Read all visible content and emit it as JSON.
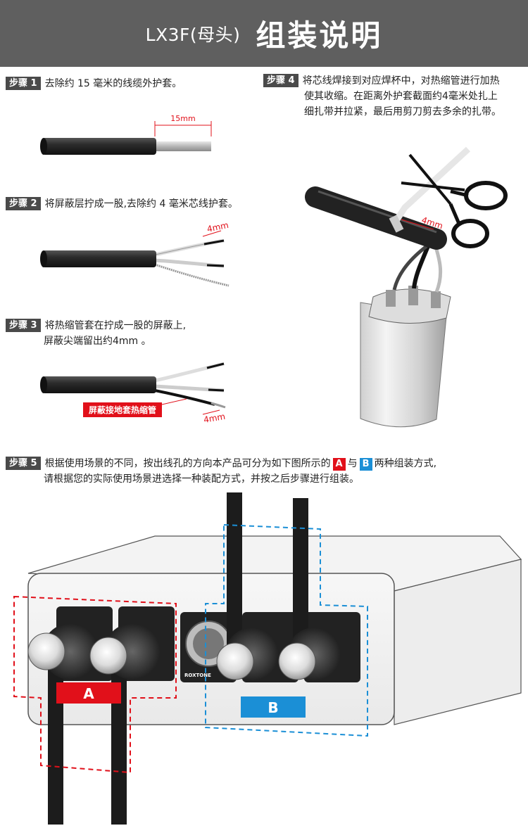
{
  "header": {
    "subtitle": "LX3F(母头)",
    "title": "组装说明"
  },
  "steps": {
    "s1": {
      "badge": "步骤 1",
      "text": "去除约 15 毫米的线缆外护套。",
      "dim": "15mm"
    },
    "s2": {
      "badge": "步骤 2",
      "text": "将屏蔽层拧成一股,去除约 4 毫米芯线护套。",
      "dim": "4mm"
    },
    "s3": {
      "badge": "步骤 3",
      "line1": "将热缩管套在拧成一股的屏蔽上,",
      "line2": "屏蔽尖端留出约4mm 。",
      "callout": "屏蔽接地套热缩管",
      "dim": "4mm"
    },
    "s4": {
      "badge": "步骤 4",
      "line1": "将芯线焊接到对应焊杯中，对热缩管进行加热",
      "line2": "使其收缩。在距离外护套截面约4毫米处扎上",
      "line3": "细扎带并拉紧，最后用剪刀剪去多余的扎带。",
      "dim": "4mm"
    },
    "s5": {
      "badge": "步骤 5",
      "line1_a": "根据使用场景的不同，按出线孔的方向本产品可分为如下图所示的",
      "and": "与",
      "line1_b": "两种组装方式,",
      "line2": "请根据您的实际使用场景进选择一种装配方式，并按之后步骤进行组装。"
    }
  },
  "diagram": {
    "label_a": "A",
    "label_b": "B",
    "brand": "ROXTONE"
  },
  "colors": {
    "header_bg": "#5f5f5f",
    "badge_bg": "#4a4a4a",
    "accent_red": "#e1101a",
    "accent_blue": "#1b8fd6"
  }
}
